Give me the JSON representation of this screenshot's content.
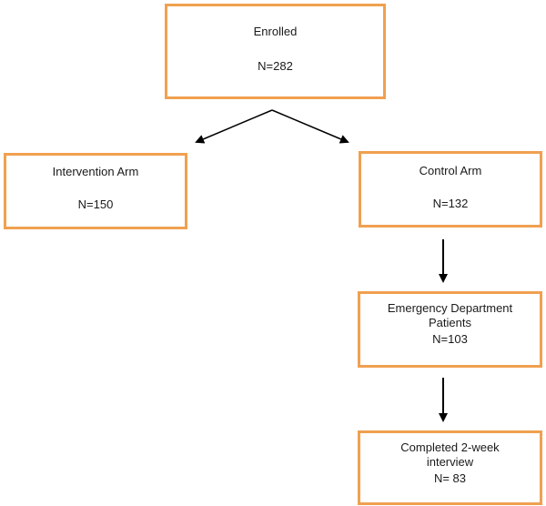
{
  "nodes": {
    "enrolled": {
      "label": "Enrolled",
      "n": "N=282"
    },
    "intervention": {
      "label": "Intervention Arm",
      "n": "N=150"
    },
    "control": {
      "label": "Control Arm",
      "n": "N=132"
    },
    "ed_patients": {
      "label_1": "Emergency Department",
      "label_2": "Patients",
      "n": "N=103"
    },
    "completed": {
      "label_1": "Completed 2-week",
      "label_2": "interview",
      "n": "N= 83"
    }
  },
  "colors": {
    "box_border": "#f0a050",
    "arrow": "#000000"
  }
}
